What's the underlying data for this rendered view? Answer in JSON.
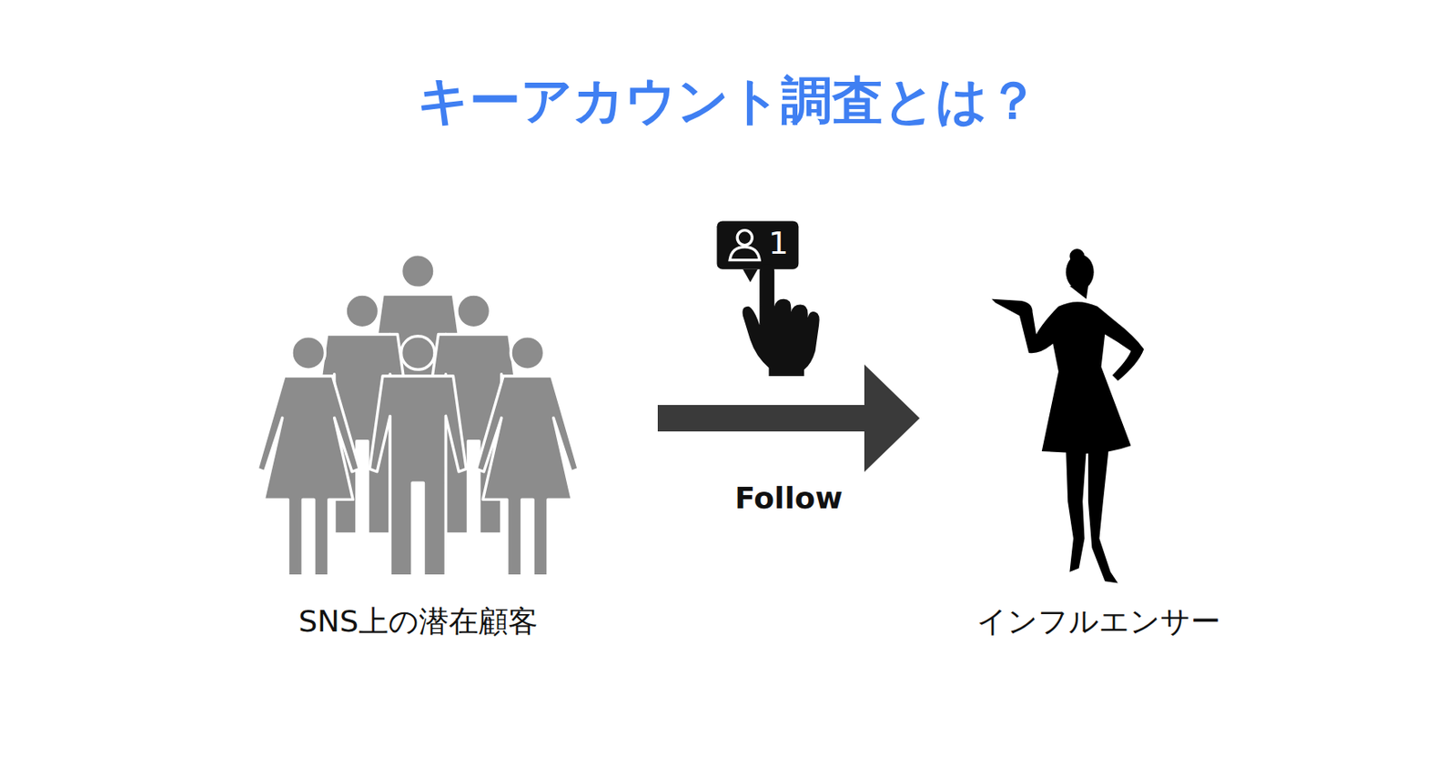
{
  "diagram": {
    "title": "キーアカウント調査とは？",
    "nodes": [
      {
        "text": [
          "SNS上の潜在顧客"
        ]
      },
      {
        "text": [
          "インフルエンサー"
        ]
      }
    ],
    "edges": [
      {
        "from": 0,
        "to": 1,
        "arrow": "to",
        "label": "Follow"
      }
    ],
    "labels": [
      "1"
    ]
  }
}
